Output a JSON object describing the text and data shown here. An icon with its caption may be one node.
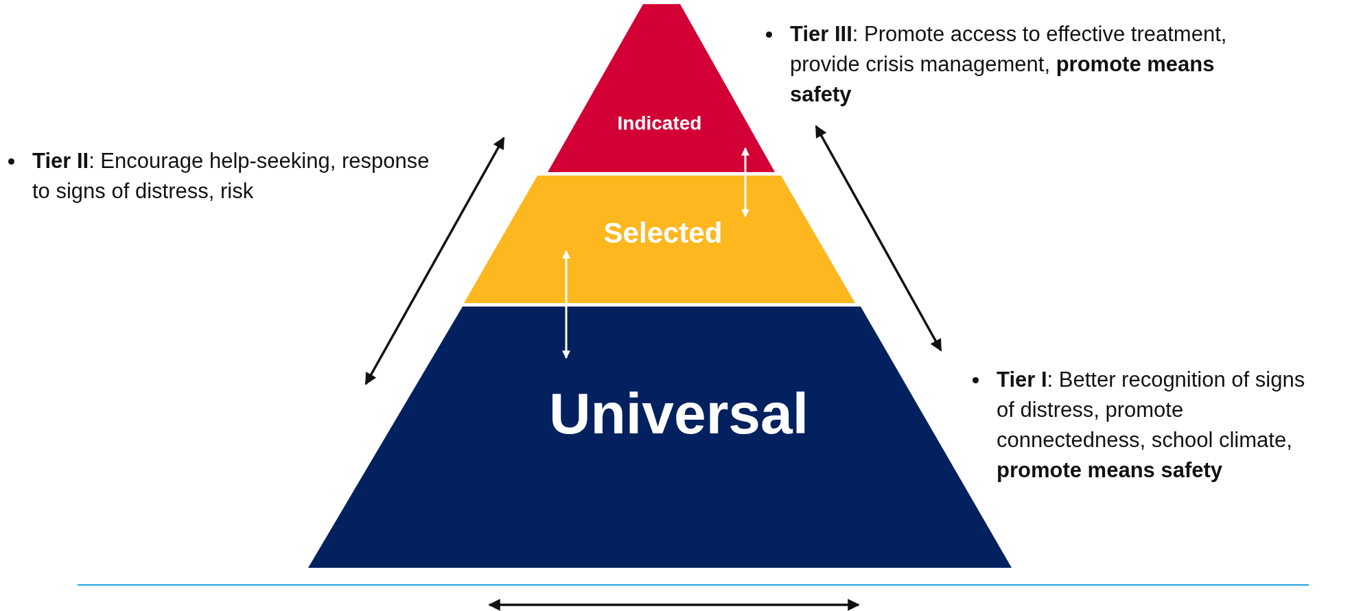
{
  "diagram": {
    "nodes": [
      {
        "text": [
          "Indicated"
        ]
      },
      {
        "text": [
          "Selected"
        ]
      },
      {
        "text": [
          "Universal"
        ]
      }
    ],
    "edges": [
      {
        "from": 0,
        "to": 1,
        "arrow": "both"
      },
      {
        "from": 1,
        "to": 2,
        "arrow": "both"
      }
    ],
    "labels": [
      "**Tier III**: Promote access to effective treatment, provide crisis management, **promote means safety**",
      "**Tier II**: Encourage help-seeking, response to signs of distress, risk",
      "**Tier I**: Better recognition of signs of distress, promote connectedness, school climate, **promote means safety**"
    ]
  }
}
